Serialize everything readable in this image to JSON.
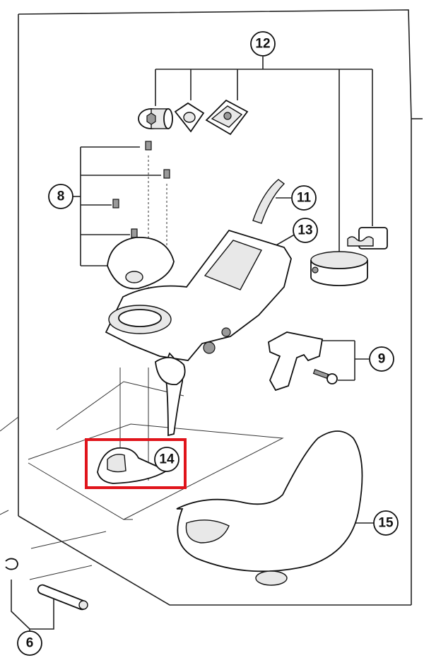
{
  "callouts": [
    {
      "id": "12",
      "label": "12"
    },
    {
      "id": "8",
      "label": "8"
    },
    {
      "id": "11",
      "label": "11"
    },
    {
      "id": "13",
      "label": "13"
    },
    {
      "id": "9",
      "label": "9"
    },
    {
      "id": "14",
      "label": "14"
    },
    {
      "id": "15",
      "label": "15"
    },
    {
      "id": "6",
      "label": "6"
    }
  ],
  "highlight": {
    "target": "14",
    "color": "#e0141b"
  }
}
